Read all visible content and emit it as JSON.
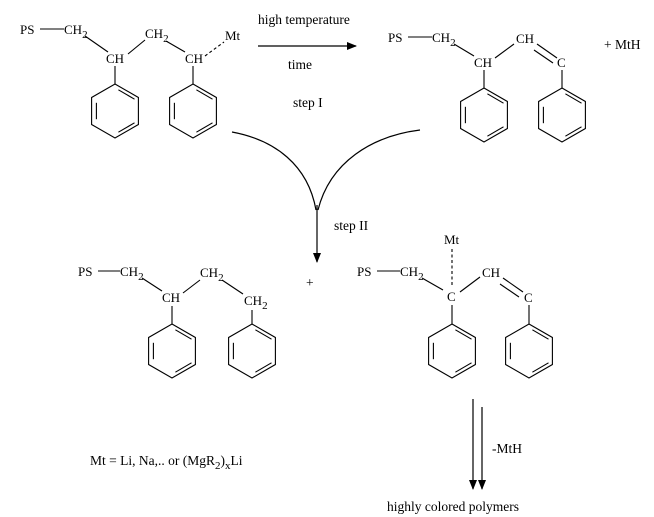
{
  "groups": {
    "ps": "PS",
    "ch2": "CH",
    "ch": "CH",
    "c": "C",
    "mt": "Mt",
    "sub2": "2",
    "subx": "x"
  },
  "arrows": {
    "top_label": "high temperature",
    "bottom_label": "time",
    "step1": "step I",
    "step2": "step II",
    "elim": "-MtH"
  },
  "plus_mth": "+ MtH",
  "plus": "+",
  "legend": {
    "prefix": "Mt = Li, Na,.. or (MgR",
    "sub2": "2",
    "close": ")",
    "subx": "x",
    "suffix": "Li"
  },
  "result": "highly colored polymers"
}
